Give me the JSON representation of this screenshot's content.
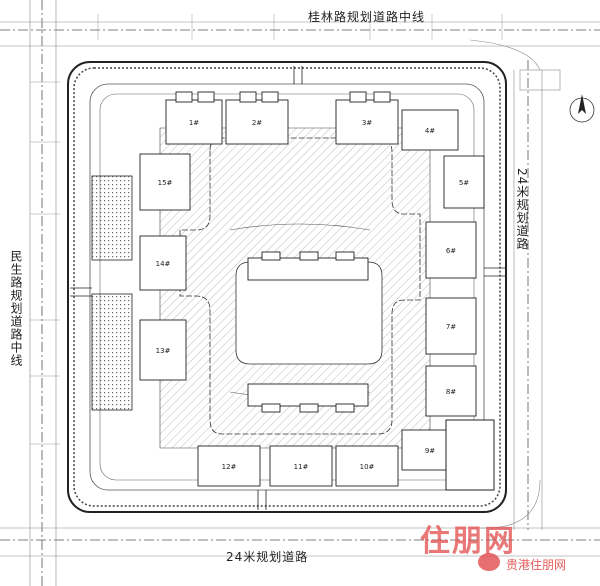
{
  "roads": {
    "top": "桂林路规划道路中线",
    "bottom": "24米规划道路",
    "left": "民生路规划道路中线",
    "right": "24米规划道路"
  },
  "watermark": {
    "logo": "住朋网",
    "text": "贵港住朋网"
  },
  "blocks": {
    "b1": "1#",
    "b2": "2#",
    "b3": "3#",
    "b4": "4#",
    "b5": "5#",
    "b6": "6#",
    "b7": "7#",
    "b8": "8#",
    "b9": "9#",
    "b10": "10#",
    "b11": "11#",
    "b12": "12#",
    "b13": "13#",
    "b14": "14#",
    "b15": "15#"
  },
  "colors": {
    "line": "#333333",
    "hatch": "#bdbdbd",
    "watermark": "#e24b4b"
  }
}
